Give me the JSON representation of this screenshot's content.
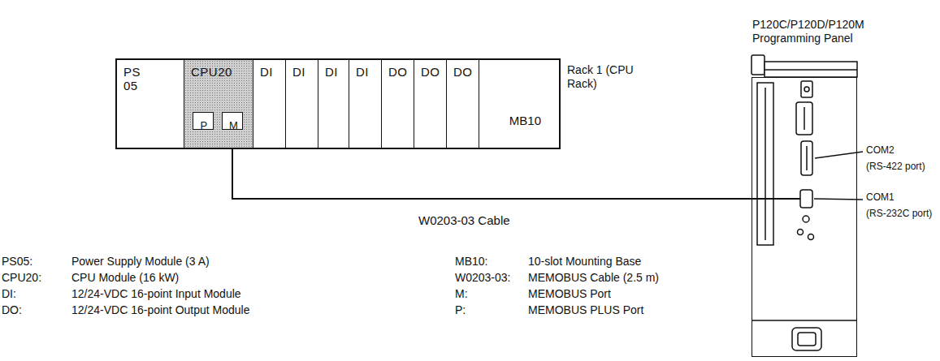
{
  "diagram": {
    "nodes": [
      {
        "text": [
          "Rack 1 (CPU Rack)",
          "MB10"
        ]
      },
      {
        "text": [
          "PS 05"
        ],
        "in": 0
      },
      {
        "text": [
          "CPU20"
        ],
        "in": 0
      },
      {
        "text": [
          "P"
        ],
        "in": 2
      },
      {
        "text": [
          "M"
        ],
        "in": 2
      },
      {
        "text": [
          "DI"
        ],
        "in": 0
      },
      {
        "text": [
          "DI"
        ],
        "in": 0
      },
      {
        "text": [
          "DI"
        ],
        "in": 0
      },
      {
        "text": [
          "DI"
        ],
        "in": 0
      },
      {
        "text": [
          "DO"
        ],
        "in": 0
      },
      {
        "text": [
          "DO"
        ],
        "in": 0
      },
      {
        "text": [
          "DO"
        ],
        "in": 0
      },
      {
        "text": [
          "P120C/P120D/P120M Programming Panel"
        ]
      }
    ],
    "edges": [
      {
        "from": 4,
        "to": 12,
        "arrow": "none",
        "label": "W0203-03 Cable"
      }
    ],
    "labels": [
      "COM2",
      "(RS-422 port)",
      "COM1",
      "(RS-232C port)",
      "PS05:",
      "Power Supply Module (3 A)",
      "CPU20:",
      "CPU Module (16 kW)",
      "DI:",
      "12/24-VDC 16-point Input Module",
      "DO:",
      "12/24-VDC 16-point Output Module",
      "MB10:",
      "10-slot Mounting Base",
      "W0203-03:",
      "MEMOBUS Cable (2.5 m)",
      "M:",
      "MEMOBUS Port",
      "P:",
      "MEMOBUS PLUS Port"
    ]
  }
}
